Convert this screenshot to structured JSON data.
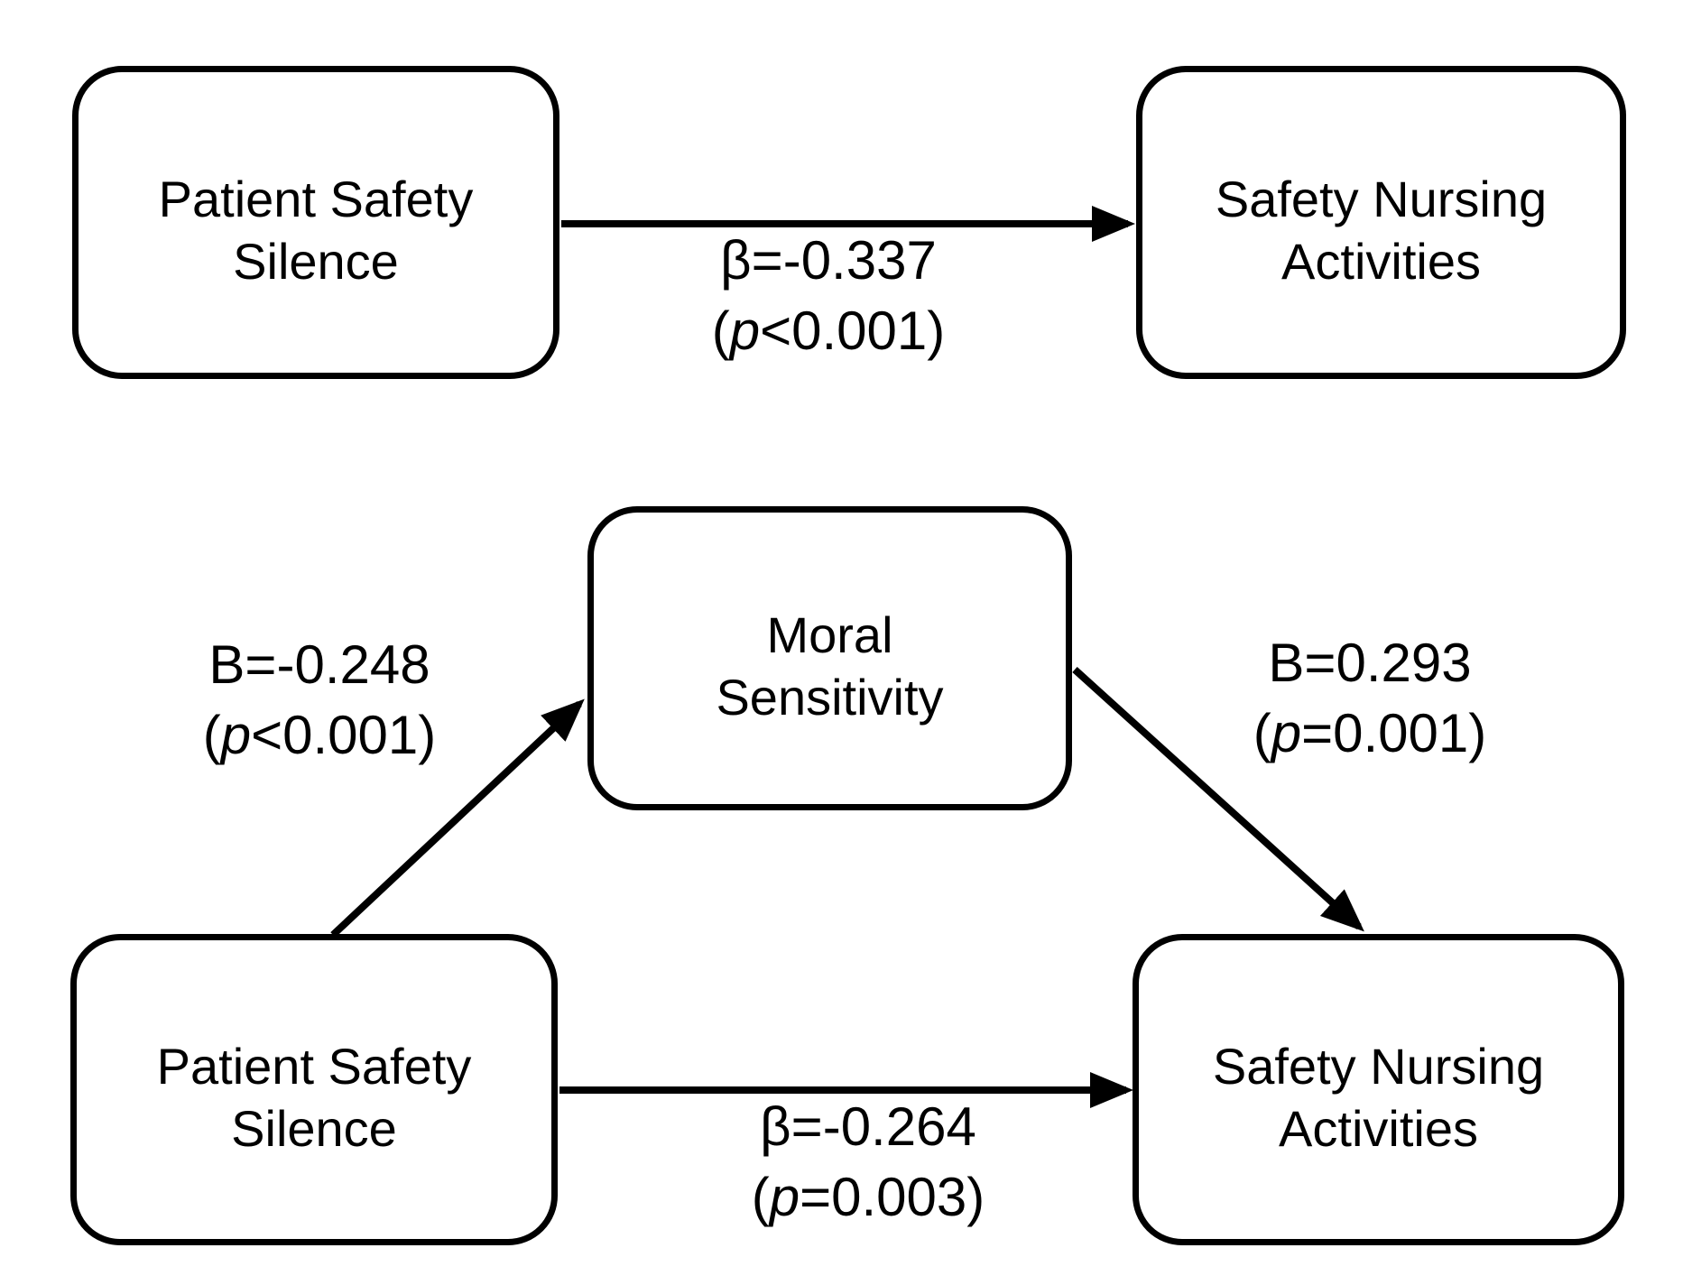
{
  "figure": {
    "colors": {
      "stroke": "#000000",
      "box_fill": "#ffffff",
      "background": "#ffffff",
      "text": "#000000"
    },
    "model_total": {
      "predictor": {
        "line1": "Patient Safety",
        "line2": "Silence"
      },
      "outcome": {
        "line1": "Safety Nursing",
        "line2": "Activities"
      },
      "path_c": {
        "coef": "β=-0.337",
        "p_before": "(",
        "p_sym": "p",
        "p_after": "<0.001)"
      }
    },
    "model_mediation": {
      "predictor": {
        "line1": "Patient Safety",
        "line2": "Silence"
      },
      "mediator": {
        "line1": "Moral",
        "line2": "Sensitivity"
      },
      "outcome": {
        "line1": "Safety Nursing",
        "line2": "Activities"
      },
      "path_a": {
        "coef": "B=-0.248",
        "p_before": "(",
        "p_sym": "p",
        "p_after": "<0.001)"
      },
      "path_b": {
        "coef": "B=0.293",
        "p_before": "(",
        "p_sym": "p",
        "p_after": "=0.001)"
      },
      "path_c_prime": {
        "coef": "β=-0.264",
        "p_before": "(",
        "p_sym": "p",
        "p_after": "=0.003)"
      }
    }
  }
}
